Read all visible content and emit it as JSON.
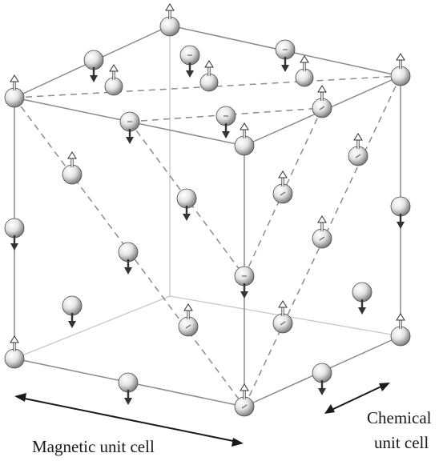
{
  "labels": {
    "magnetic": "Magnetic unit cell",
    "chemical_line1": "Chemical",
    "chemical_line2": "unit cell"
  },
  "colors": {
    "cube_edge": "#8a8a8a",
    "cube_edge_hidden": "#c8c8c8",
    "dashed_plane": "#8c8c8c",
    "atom_light": "#ffffff",
    "atom_dark": "#6b6b6b",
    "spin_down_arrow": "#333333",
    "spin_up_arrow": "#ffffff",
    "annotation_arrow": "#1a1a1a"
  },
  "icons": {
    "atom": "sphere-icon",
    "spin_up": "arrow-up-icon",
    "spin_down": "arrow-down-icon"
  }
}
